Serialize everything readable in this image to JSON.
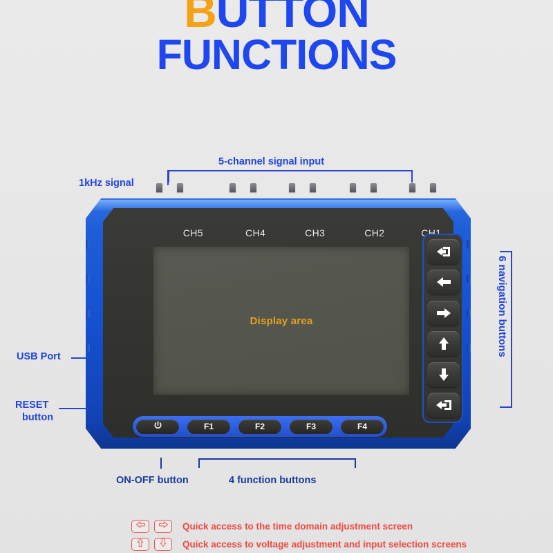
{
  "title": {
    "line1_accent": "B",
    "line1_rest": "UTTON",
    "line2": "FUNCTIONS",
    "color_blue": "#1f47f0",
    "color_accent": "#f5a314"
  },
  "device": {
    "screen_label": "Display area",
    "screen_label_color": "#e5a219",
    "shell_color": "#1550cf",
    "body_color": "#343431",
    "channels": [
      {
        "label": "CH5",
        "x_pct": 14
      },
      {
        "label": "CH4",
        "x_pct": 36
      },
      {
        "label": "CH3",
        "x_pct": 57
      },
      {
        "label": "CH2",
        "x_pct": 78
      },
      {
        "label": "CH1",
        "x_pct": 98
      }
    ],
    "nav_buttons": [
      {
        "name": "enter-icon",
        "glyph": "enter"
      },
      {
        "name": "arrow-left-icon",
        "glyph": "left"
      },
      {
        "name": "arrow-right-icon",
        "glyph": "right"
      },
      {
        "name": "arrow-up-icon",
        "glyph": "up"
      },
      {
        "name": "arrow-down-icon",
        "glyph": "down"
      },
      {
        "name": "exit-icon",
        "glyph": "exit"
      }
    ],
    "function_buttons": [
      {
        "label": "F1"
      },
      {
        "label": "F2"
      },
      {
        "label": "F3"
      },
      {
        "label": "F4"
      }
    ],
    "power_button_icon": "power-icon"
  },
  "annotations": {
    "one_khz_signal": "1kHz signal",
    "five_channel_input": "5-channel signal input",
    "six_navigation_buttons": "6 navigation buttons",
    "usb_port": "USB  Port",
    "reset_line1": "RESET",
    "reset_line2": "button",
    "on_off_button": "ON-OFF button",
    "four_function_buttons": "4 function buttons",
    "color": "#2244dd"
  },
  "legend": {
    "color": "#ef4a42",
    "rows": [
      {
        "keys": [
          "left",
          "right"
        ],
        "text": "Quick access to the time domain adjustment screen"
      },
      {
        "keys": [
          "up",
          "down"
        ],
        "text": "Quick access to voltage adjustment and input selection screens"
      }
    ]
  }
}
